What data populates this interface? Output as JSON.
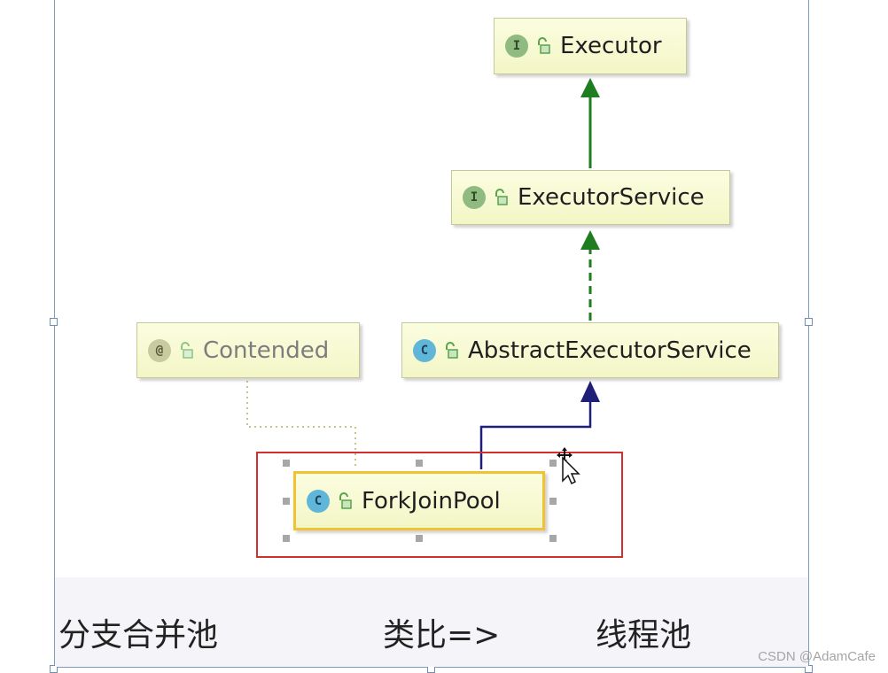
{
  "diagram": {
    "nodes": {
      "executor": {
        "kind": "I",
        "label": "Executor"
      },
      "executor_service": {
        "kind": "I",
        "label": "ExecutorService"
      },
      "abstract_executor_service": {
        "kind": "C",
        "label": "AbstractExecutorService"
      },
      "contended": {
        "kind": "@",
        "label": "Contended"
      },
      "fork_join_pool": {
        "kind": "C",
        "label": "ForkJoinPool"
      }
    },
    "colors": {
      "interface_arrow": "#1e7d1e",
      "class_arrow": "#1f1f7a",
      "annotation_link": "#c9c48d",
      "highlight": "#d23030",
      "selection": "#f1c232"
    }
  },
  "caption": {
    "left": "分支合并池",
    "middle": "类比=>",
    "right": "线程池"
  },
  "watermark": "CSDN @AdamCafe"
}
